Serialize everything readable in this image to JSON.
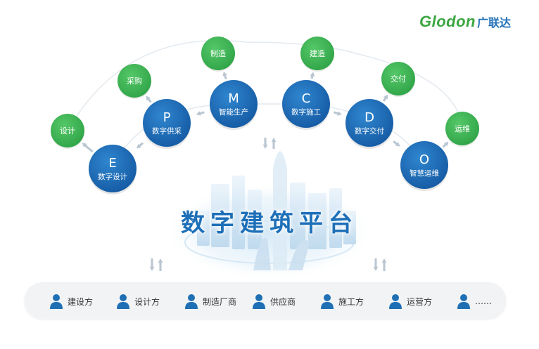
{
  "logo": {
    "brand": "Glodon",
    "cn": "广联达",
    "colors": {
      "brand": "#3aa63f",
      "cn": "#1f6fb5"
    }
  },
  "platform": {
    "title": "数字建筑平台",
    "color": "#1d6fb8"
  },
  "colors": {
    "blue_node": "#1a63b0",
    "green_node": "#3db554",
    "arrow": "#b9c6d2",
    "person_icon": "#1f6fb5"
  },
  "phases": [
    {
      "letter": "E",
      "label": "数字设计",
      "outer": "设计"
    },
    {
      "letter": "P",
      "label": "数字供采",
      "outer": "采购"
    },
    {
      "letter": "M",
      "label": "智能生产",
      "outer": "制造"
    },
    {
      "letter": "C",
      "label": "数字施工",
      "outer": "建造"
    },
    {
      "letter": "D",
      "label": "数字交付",
      "outer": "交付"
    },
    {
      "letter": "O",
      "label": "智慧运维",
      "outer": "运维"
    }
  ],
  "parties": [
    {
      "label": "建设方",
      "icon": "person-icon"
    },
    {
      "label": "设计方",
      "icon": "person-icon"
    },
    {
      "label": "制造厂商",
      "icon": "person-icon"
    },
    {
      "label": "供应商",
      "icon": "person-icon"
    },
    {
      "label": "施工方",
      "icon": "person-icon"
    },
    {
      "label": "运营方",
      "icon": "person-icon"
    },
    {
      "label": "……",
      "icon": "person-icon"
    }
  ]
}
